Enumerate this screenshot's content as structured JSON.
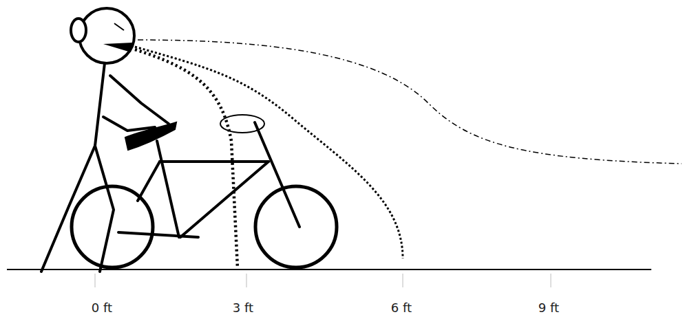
{
  "diagram": {
    "labels": [
      "0 ft",
      "3 ft",
      "6 ft",
      "9 ft"
    ]
  }
}
